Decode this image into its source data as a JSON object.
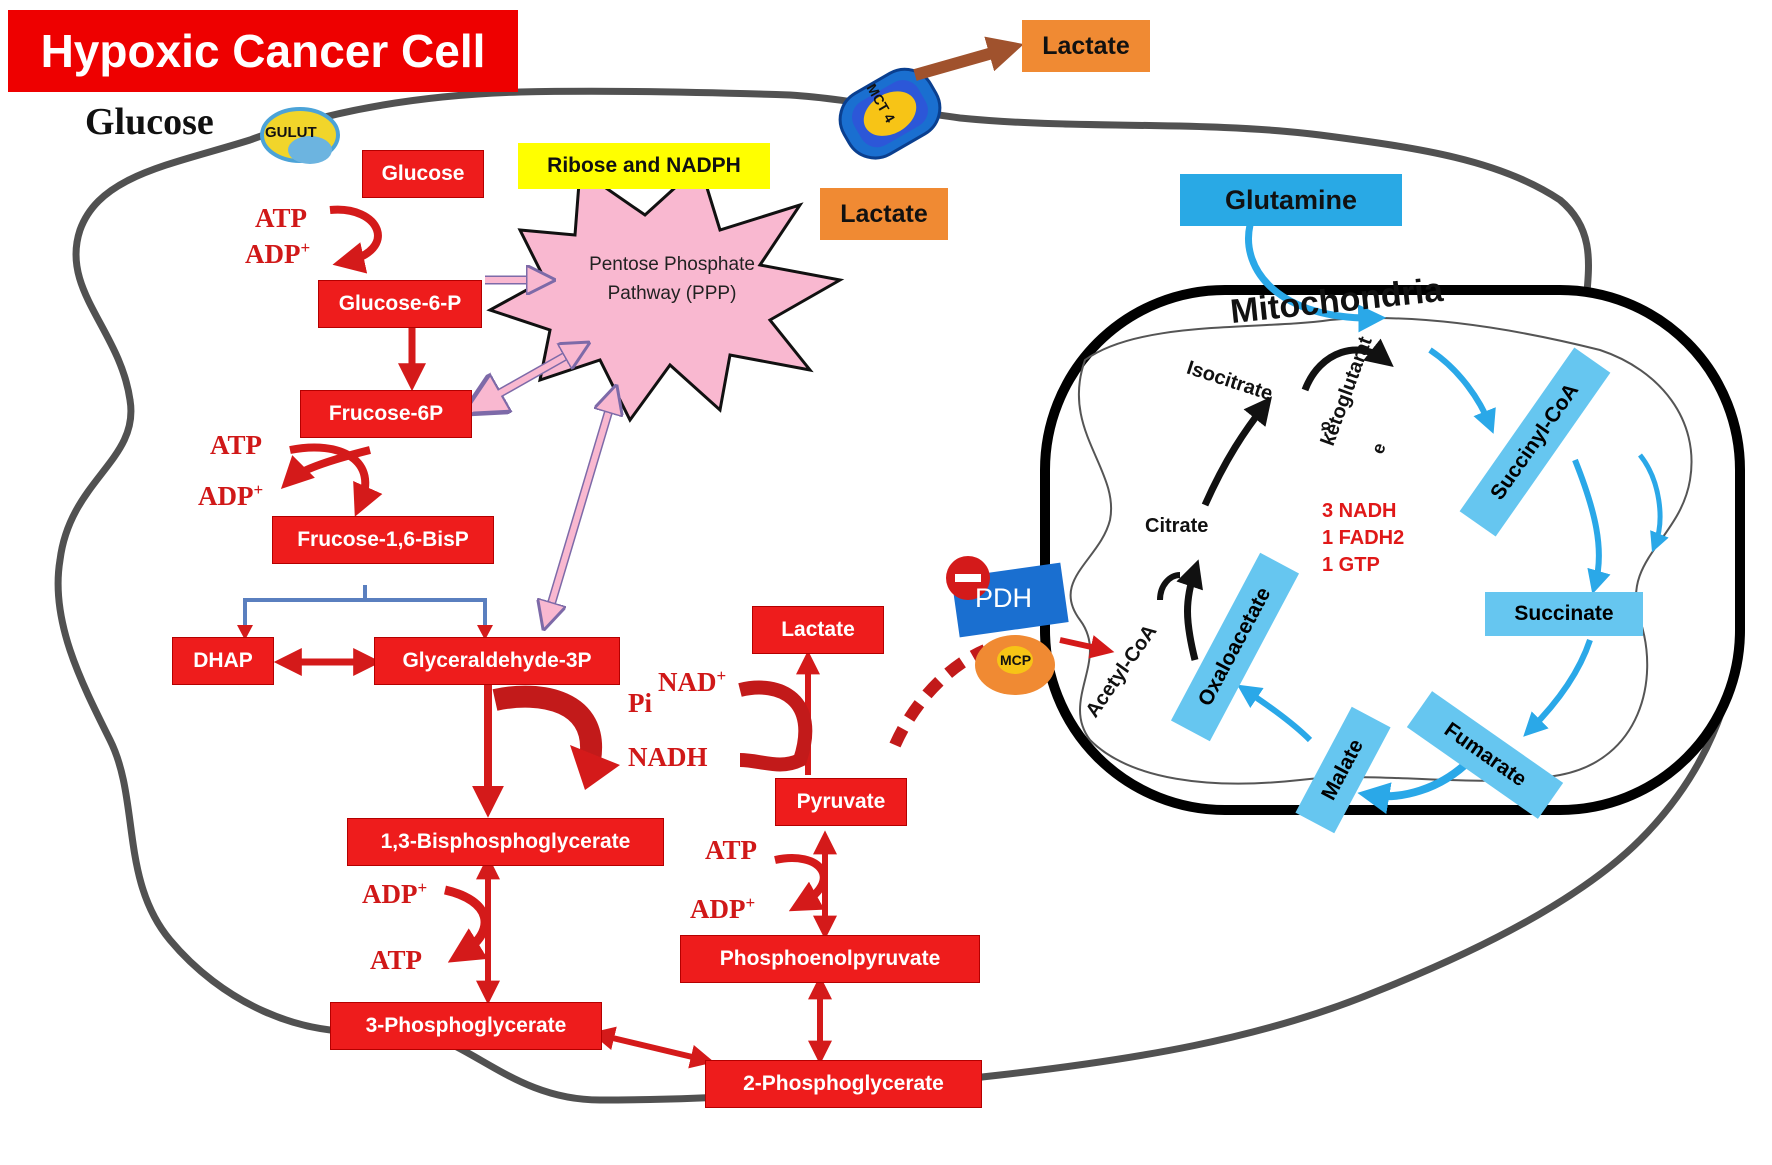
{
  "title": "Hypoxic Cancer Cell",
  "glucose_outside": "Glucose",
  "glut_label": "GULUT",
  "ppp": {
    "label_line1": "Pentose Phosphate",
    "label_line2": "Pathway (PPP)",
    "output": "Ribose and NADPH"
  },
  "mct": {
    "label": "MCT 4",
    "lactate_out": "Lactate",
    "lactate_in": "Lactate"
  },
  "glycolysis": {
    "glucose": "Glucose",
    "g6p": "Glucose-6-P",
    "f6p": "Frucose-6P",
    "f16bp": "Frucose-1,6-BisP",
    "dhap": "DHAP",
    "g3p": "Glyceraldehyde-3P",
    "bpg13": "1,3-Bisphosphoglycerate",
    "pg3": "3-Phosphoglycerate",
    "pg2": "2-Phosphoglycerate",
    "pep": "Phosphoenolpyruvate",
    "pyruvate": "Pyruvate",
    "lactate": "Lactate"
  },
  "cofactors": {
    "atp1": "ATP",
    "adp1": "ADP",
    "adp1_sup": "+",
    "atp2": "ATP",
    "adp2": "ADP",
    "adp2_sup": "+",
    "pi": "Pi",
    "nad": "NAD",
    "nad_sup": "+",
    "nadh": "NADH",
    "adp3": "ADP",
    "adp3_sup": "+",
    "atp3": "ATP",
    "atp4": "ATP",
    "adp4": "ADP",
    "adp4_sup": "+"
  },
  "glutamine": "Glutamine",
  "mito": {
    "label": "Mitochondria",
    "pdh": "PDH",
    "mcp": "MCP",
    "acetyl_coa": "Acetyl-CoA",
    "citrate": "Citrate",
    "isocitrate": "Isocitrate",
    "akg_line1": "α-",
    "akg_line2": "ketoglutarat",
    "akg_line3": "e",
    "succinyl_coa": "Succinyl-CoA",
    "succinate": "Succinate",
    "fumarate": "Fumarate",
    "malate": "Malate",
    "oxaloacetate": "Oxaloacetate",
    "yield": [
      "3 NADH",
      "1 FADH2",
      "1 GTP"
    ]
  },
  "colors": {
    "red": "#ee1c1c",
    "cyan": "#66c6f0",
    "orange": "#f08a33",
    "pink": "#f9b8d0",
    "yellow": "#ffff00",
    "blue": "#1a6fd0"
  }
}
